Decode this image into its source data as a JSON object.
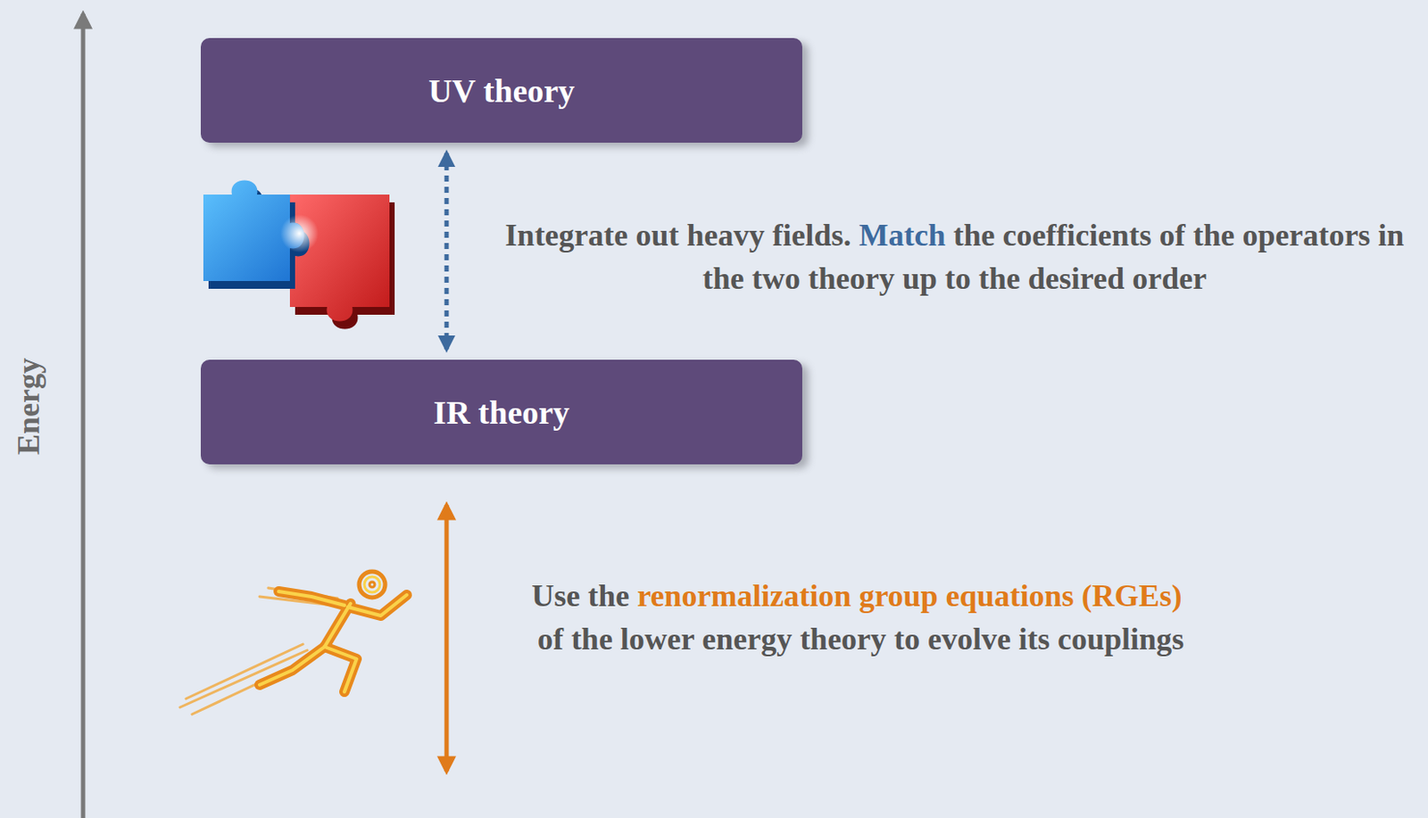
{
  "diagram": {
    "nodes": [
      {
        "text": [
          "UV theory"
        ]
      },
      {
        "text": [
          "IR theory"
        ]
      }
    ],
    "edges": [
      {
        "from": 0,
        "to": 1,
        "arrow": "both"
      }
    ],
    "labels": [
      "Integrate out heavy fields.",
      "Match",
      "the coefficients of the operators in the two theory up to the desired order",
      "Use the",
      "renormalization group equations (RGEs)",
      "of the lower energy theory to evolve its couplings",
      "Energy"
    ]
  }
}
